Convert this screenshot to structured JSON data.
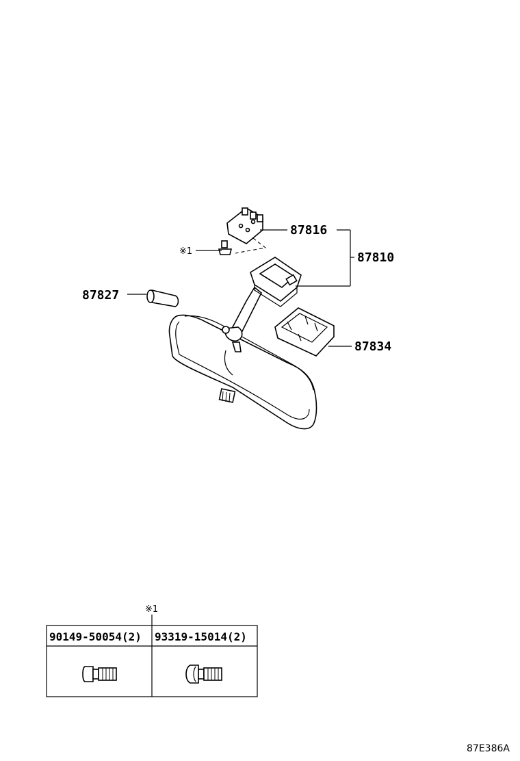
{
  "callouts": {
    "p87816": "87816",
    "p87810": "87810",
    "p87827": "87827",
    "p87834": "87834",
    "mark1": "※1"
  },
  "table": {
    "mark": "※1",
    "columns": [
      {
        "label": "90149-50054(2)"
      },
      {
        "label": "93319-15014(2)"
      }
    ]
  },
  "drawing_code": "87E386A"
}
